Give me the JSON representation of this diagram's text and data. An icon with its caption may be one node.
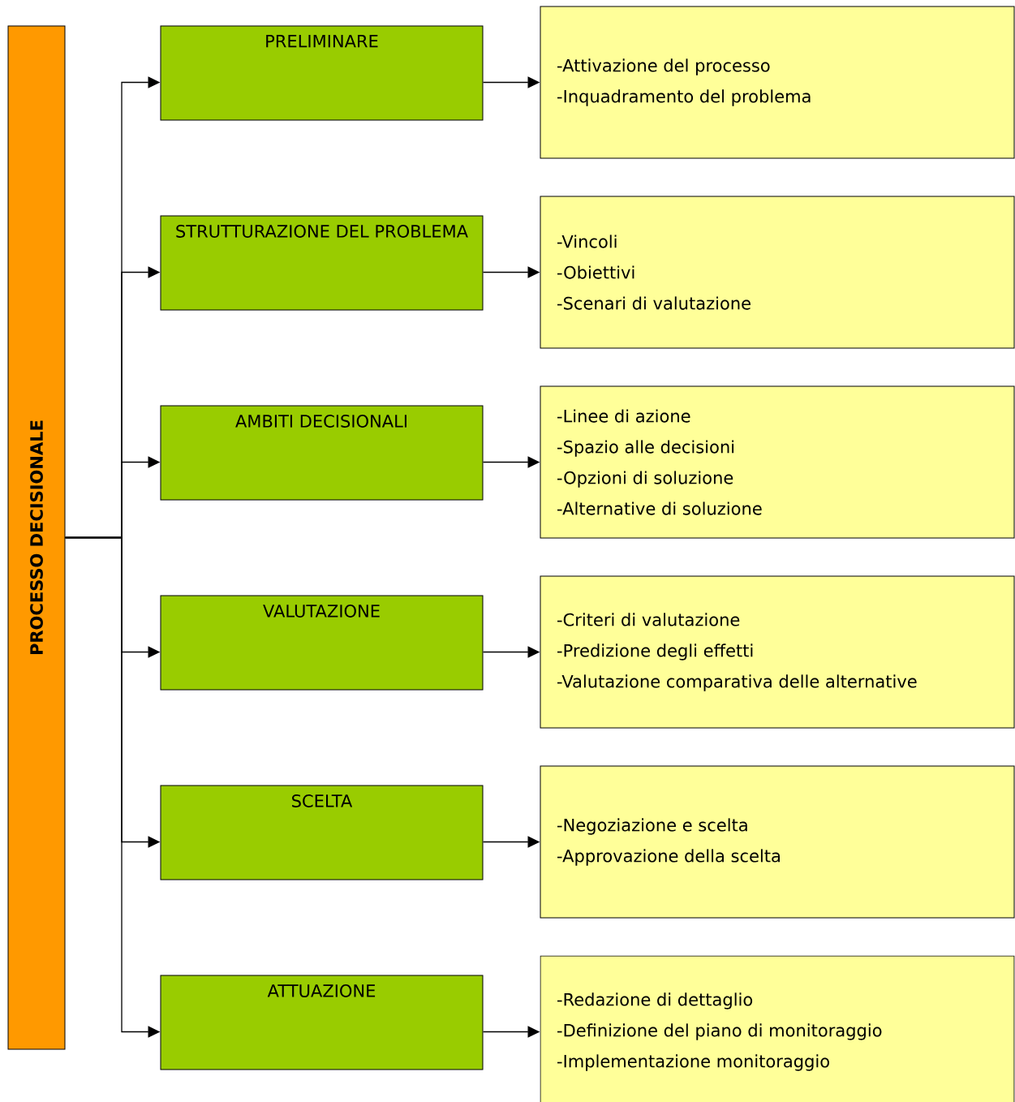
{
  "diagram": {
    "nodes": [
      {
        "text": [
          "PROCESSO DECISIONALE"
        ]
      },
      {
        "text": [
          "PRELIMINARE"
        ]
      },
      {
        "text": [
          "-Attivazione del processo",
          "-Inquadramento del problema"
        ]
      },
      {
        "text": [
          "STRUTTURAZIONE DEL PROBLEMA"
        ]
      },
      {
        "text": [
          "-Vincoli",
          "-Obiettivi",
          "-Scenari di valutazione"
        ]
      },
      {
        "text": [
          "AMBITI DECISIONALI"
        ]
      },
      {
        "text": [
          "-Linee di azione",
          "-Spazio alle decisioni",
          "-Opzioni di soluzione",
          "-Alternative di soluzione"
        ]
      },
      {
        "text": [
          "VALUTAZIONE"
        ]
      },
      {
        "text": [
          "-Criteri di valutazione",
          "-Predizione degli effetti",
          "-Valutazione comparativa delle alternative"
        ]
      },
      {
        "text": [
          "SCELTA"
        ]
      },
      {
        "text": [
          "-Negoziazione e scelta",
          "-Approvazione della scelta"
        ]
      },
      {
        "text": [
          "ATTUAZIONE"
        ]
      },
      {
        "text": [
          "-Redazione di dettaglio",
          "-Definizione del piano di monitoraggio",
          "-Implementazione monitoraggio"
        ]
      }
    ],
    "edges": [
      {
        "from": 0,
        "to": 1,
        "arrow": "to"
      },
      {
        "from": 0,
        "to": 3,
        "arrow": "to"
      },
      {
        "from": 0,
        "to": 5,
        "arrow": "to"
      },
      {
        "from": 0,
        "to": 7,
        "arrow": "to"
      },
      {
        "from": 0,
        "to": 9,
        "arrow": "to"
      },
      {
        "from": 0,
        "to": 11,
        "arrow": "to"
      },
      {
        "from": 1,
        "to": 2,
        "arrow": "to"
      },
      {
        "from": 3,
        "to": 4,
        "arrow": "to"
      },
      {
        "from": 5,
        "to": 6,
        "arrow": "to"
      },
      {
        "from": 7,
        "to": 8,
        "arrow": "to"
      },
      {
        "from": 9,
        "to": 10,
        "arrow": "to"
      },
      {
        "from": 11,
        "to": 12,
        "arrow": "to"
      }
    ]
  }
}
